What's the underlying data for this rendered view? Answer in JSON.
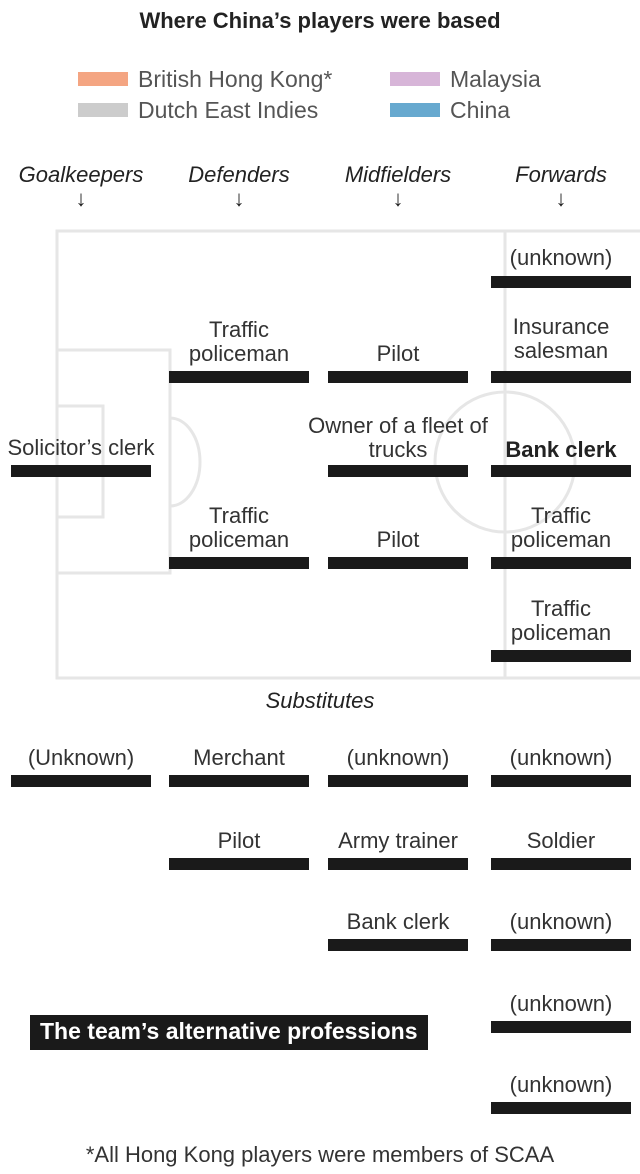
{
  "title": "Where China’s players were based",
  "legend": [
    {
      "label": "British Hong Kong*",
      "color": "#f4a582"
    },
    {
      "label": "Malaysia",
      "color": "#d7b5d8"
    },
    {
      "label": "Dutch East Indies",
      "color": "#cccccc"
    },
    {
      "label": "China",
      "color": "#67a9cf"
    }
  ],
  "positions": [
    {
      "label": "Goalkeepers",
      "arrow": "↓"
    },
    {
      "label": "Defenders",
      "arrow": "↓"
    },
    {
      "label": "Midfielders",
      "arrow": "↓"
    },
    {
      "label": "Forwards",
      "arrow": "↓"
    }
  ],
  "starting": [
    {
      "position": "Goalkeepers",
      "label": "Solicitor’s clerk",
      "bold": false
    },
    {
      "position": "Defenders",
      "label": "Traffic policeman",
      "bold": false
    },
    {
      "position": "Defenders",
      "label": "Traffic policeman",
      "bold": false
    },
    {
      "position": "Midfielders",
      "label": "Pilot",
      "bold": false
    },
    {
      "position": "Midfielders",
      "label": "Owner of a fleet of trucks",
      "bold": false
    },
    {
      "position": "Midfielders",
      "label": "Pilot",
      "bold": false
    },
    {
      "position": "Forwards",
      "label": "(unknown)",
      "bold": false
    },
    {
      "position": "Forwards",
      "label": "Insurance salesman",
      "bold": false
    },
    {
      "position": "Forwards",
      "label": "Bank clerk",
      "bold": true
    },
    {
      "position": "Forwards",
      "label": "Traffic policeman",
      "bold": false
    },
    {
      "position": "Forwards",
      "label": "Traffic policeman",
      "bold": false
    }
  ],
  "substitutes_label": "Substitutes",
  "substitutes": [
    {
      "position": "Goalkeepers",
      "label": "(Unknown)"
    },
    {
      "position": "Defenders",
      "label": "Merchant"
    },
    {
      "position": "Defenders",
      "label": "Pilot"
    },
    {
      "position": "Midfielders",
      "label": "(unknown)"
    },
    {
      "position": "Midfielders",
      "label": "Army trainer"
    },
    {
      "position": "Midfielders",
      "label": "Bank clerk"
    },
    {
      "position": "Forwards",
      "label": "(unknown)"
    },
    {
      "position": "Forwards",
      "label": "Soldier"
    },
    {
      "position": "Forwards",
      "label": "(unknown)"
    },
    {
      "position": "Forwards",
      "label": "(unknown)"
    },
    {
      "position": "Forwards",
      "label": "(unknown)"
    }
  ],
  "caption": "The team’s alternative professions",
  "footnote": "*All Hong Kong players were members of SCAA"
}
